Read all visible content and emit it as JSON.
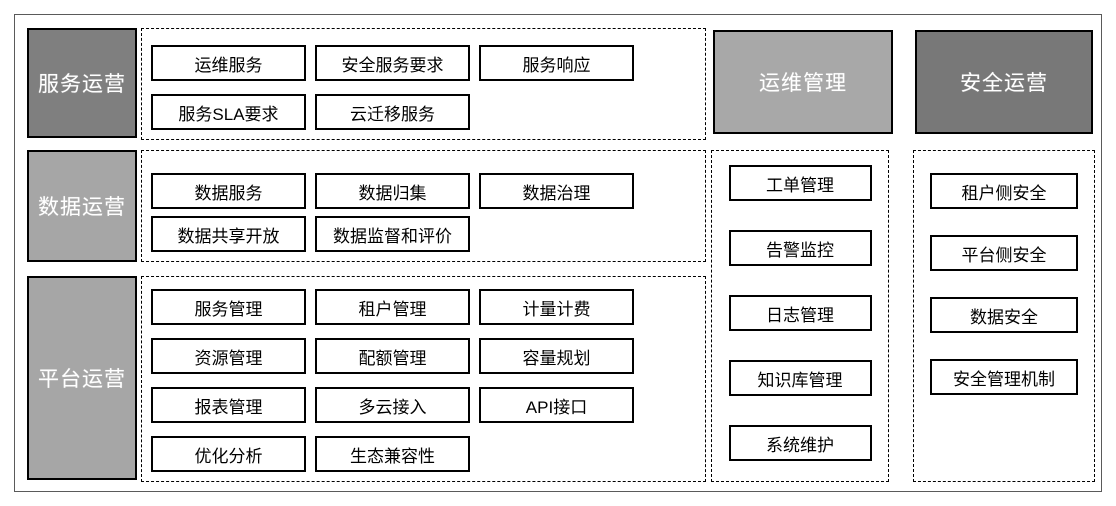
{
  "colors": {
    "service_ops_bg": "#7f7f7f",
    "data_ops_bg": "#a6a6a6",
    "platform_ops_bg": "#a6a6a6",
    "om_mgmt_bg": "#a8a8a8",
    "security_ops_bg": "#787878",
    "node_border": "#000000",
    "node_text": "#000000",
    "header_text": "#ffffff"
  },
  "service_ops": {
    "title": "服务运营",
    "items": [
      "运维服务",
      "安全服务要求",
      "服务响应",
      "服务SLA要求",
      "云迁移服务"
    ]
  },
  "data_ops": {
    "title": "数据运营",
    "items": [
      "数据服务",
      "数据归集",
      "数据治理",
      "数据共享开放",
      "数据监督和评价"
    ]
  },
  "platform_ops": {
    "title": "平台运营",
    "items": [
      "服务管理",
      "租户管理",
      "计量计费",
      "资源管理",
      "配额管理",
      "容量规划",
      "报表管理",
      "多云接入",
      "API接口",
      "优化分析",
      "生态兼容性"
    ]
  },
  "om_mgmt": {
    "title": "运维管理",
    "items": [
      "工单管理",
      "告警监控",
      "日志管理",
      "知识库管理",
      "系统维护"
    ]
  },
  "security_ops": {
    "title": "安全运营",
    "items": [
      "租户侧安全",
      "平台侧安全",
      "数据安全",
      "安全管理机制"
    ]
  }
}
